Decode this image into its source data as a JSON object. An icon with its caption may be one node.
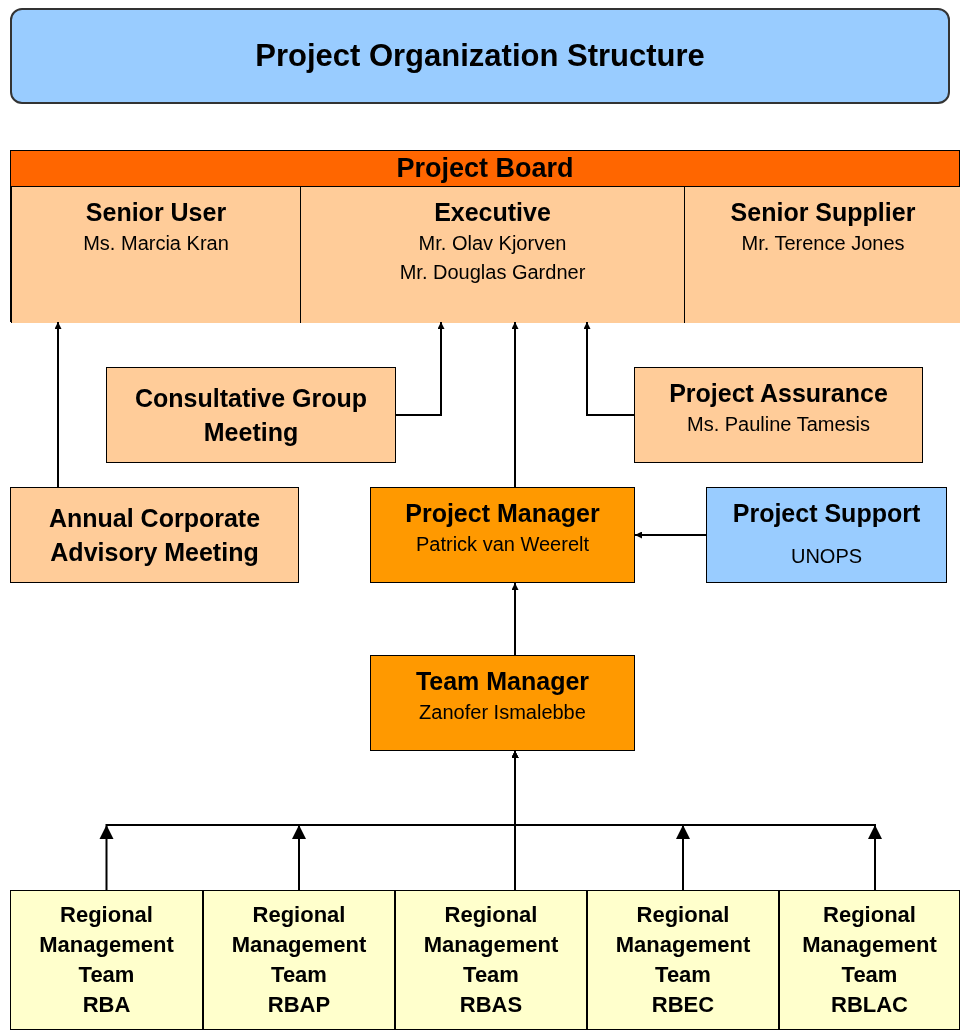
{
  "diagram": {
    "title": "Project Organization Structure",
    "nodes": [
      {
        "text": [
          "Project Board"
        ]
      },
      {
        "text": [
          "Senior User",
          "Ms. Marcia Kran"
        ],
        "in": 0
      },
      {
        "text": [
          "Executive",
          "Mr. Olav Kjorven",
          "Mr. Douglas Gardner"
        ],
        "in": 0
      },
      {
        "text": [
          "Senior Supplier",
          "Mr. Terence Jones"
        ],
        "in": 0
      },
      {
        "text": [
          "Consultative Group Meeting"
        ]
      },
      {
        "text": [
          "Project Assurance",
          "Ms. Pauline Tamesis"
        ]
      },
      {
        "text": [
          "Annual Corporate Advisory Meeting"
        ]
      },
      {
        "text": [
          "Project Manager",
          "Patrick van Weerelt"
        ]
      },
      {
        "text": [
          "Project Support",
          "UNOPS"
        ]
      },
      {
        "text": [
          "Team Manager",
          "Zanofer Ismalebbe"
        ]
      },
      {
        "text": [
          "Regional Management Team",
          "RBA"
        ]
      },
      {
        "text": [
          "Regional Management Team",
          "RBAP"
        ]
      },
      {
        "text": [
          "Regional Management Team",
          "RBAS"
        ]
      },
      {
        "text": [
          "Regional Management Team",
          "RBEC"
        ]
      },
      {
        "text": [
          "Regional Management Team",
          "RBLAC"
        ]
      }
    ],
    "edges": [
      {
        "from": 6,
        "to": 1,
        "arrow": "to"
      },
      {
        "from": 4,
        "to": 2,
        "arrow": "to"
      },
      {
        "from": 7,
        "to": 2,
        "arrow": "to"
      },
      {
        "from": 5,
        "to": 2,
        "arrow": "to"
      },
      {
        "from": 8,
        "to": 7,
        "arrow": "to"
      },
      {
        "from": 9,
        "to": 7,
        "arrow": "to"
      },
      {
        "from": 10,
        "to": 9,
        "arrow": "to"
      },
      {
        "from": 11,
        "to": 9,
        "arrow": "to"
      },
      {
        "from": 12,
        "to": 9,
        "arrow": "to"
      },
      {
        "from": 13,
        "to": 9,
        "arrow": "to"
      },
      {
        "from": 14,
        "to": 9,
        "arrow": "to"
      }
    ]
  }
}
